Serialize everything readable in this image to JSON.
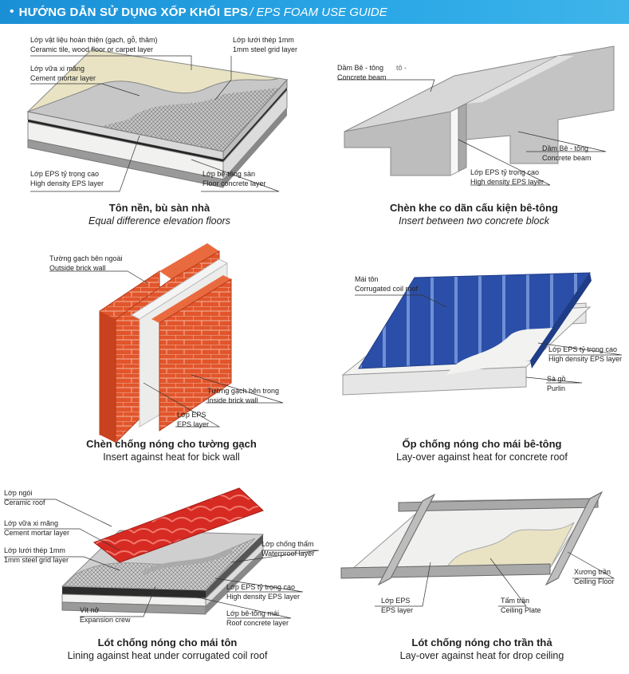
{
  "header": {
    "bullet": "•",
    "title_vi": "HƯỚNG DẪN SỬ DỤNG XỐP KHỐI EPS",
    "title_en": "/ EPS FOAM USE GUIDE"
  },
  "panels": [
    {
      "caption_vi": "Tôn nền, bù sàn nhà",
      "caption_en": "Equal difference elevation floors",
      "labels": [
        {
          "vi": "Lớp vật liệu hoàn thiện (gạch, gỗ, thảm)",
          "en": "Ceramic tile, wood floor or carpet layer"
        },
        {
          "vi": "Lớp lưới thép 1mm",
          "en": "1mm steel grid layer"
        },
        {
          "vi": "Lớp vữa xi măng",
          "en": "Cement mortar layer"
        },
        {
          "vi": "Lớp EPS tỷ trọng cao",
          "en": "High density EPS layer"
        },
        {
          "vi": "Lớp bê-tông sàn",
          "en": "Floor concrete layer"
        }
      ]
    },
    {
      "caption_vi": "Chèn khe co dãn cấu kiện bê-tông",
      "caption_en": "Insert between two concrete block",
      "labels": [
        {
          "vi": "Dầm Bê - tông",
          "extra": "tô -",
          "en": "Concrete beam"
        },
        {
          "vi": "Dầm Bê - tông",
          "en": "Concrete beam"
        },
        {
          "vi": "Lớp EPS tỷ trọng cao",
          "en": "High density EPS layer"
        }
      ]
    },
    {
      "caption_vi": "Chèn chống nóng cho tường gạch",
      "caption_en": "Insert against heat for bick wall",
      "labels": [
        {
          "vi": "Tường gạch bên ngoài",
          "en": "Outside brick wall"
        },
        {
          "vi": "Tường gạch bên trong",
          "en": "Inside brick wall"
        },
        {
          "vi": "Lớp EPS",
          "en": "EPS layer"
        }
      ]
    },
    {
      "caption_vi": "Ốp chống nóng cho mái bê-tông",
      "caption_en": "Lay-over against heat for concrete roof",
      "labels": [
        {
          "vi": "Mái tôn",
          "en": "Corrugated coil roof"
        },
        {
          "vi": "Lớp EPS tỷ trọng cao",
          "en": "High density EPS layer"
        },
        {
          "vi": "Sà gồ",
          "en": "Purlin"
        }
      ]
    },
    {
      "caption_vi": "Lót chống nóng cho mái tôn",
      "caption_en": "Lining against heat under corrugated coil roof",
      "labels": [
        {
          "vi": "Lớp ngói",
          "en": "Ceramic roof"
        },
        {
          "vi": "Lớp vữa xi măng",
          "en": "Cement mortar layer"
        },
        {
          "vi": "Lớp lưới thép 1mm",
          "en": "1mm steel grid layer"
        },
        {
          "vi": "Lớp chống thấm",
          "en": "Waterproof layer"
        },
        {
          "vi": "Lớp EPS tỷ trọng cao",
          "en": "High density EPS layer"
        },
        {
          "vi": "Vít nở",
          "en": "Expansion crew"
        },
        {
          "vi": "Lớp bê-tông mái",
          "en": "Roof concrete layer"
        }
      ]
    },
    {
      "caption_vi": "Lót chống nóng cho trần thả",
      "caption_en": "Lay-over against heat for drop ceiling",
      "labels": [
        {
          "vi": "Lớp EPS",
          "en": "EPS layer"
        },
        {
          "vi": "Tấm trần",
          "en": "Ceiling Plate"
        },
        {
          "vi": "Xương trần",
          "en": "Ceiling Floor"
        }
      ]
    }
  ],
  "colors": {
    "header": "#1a8fd6",
    "brick": "#e2552b",
    "roof_blue": "#2b4fa8",
    "roof_red": "#d62a22",
    "eps": "#ececea",
    "concrete": "#c9c9c9"
  }
}
